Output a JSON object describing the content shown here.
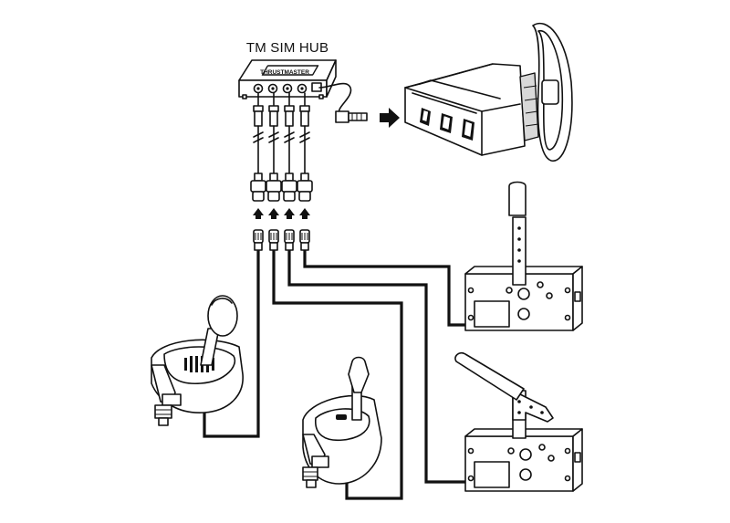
{
  "hub": {
    "title": "TM SIM HUB",
    "brand": "THRUSTMASTER"
  },
  "devices": {
    "hub": "usb-hub",
    "base": "racing-wheel-base",
    "shifter_h": "h-pattern-shifter",
    "shifter_seq": "sequential-shifter",
    "pedal_upper": "handbrake-upper",
    "pedal_lower": "handbrake-lower"
  },
  "connectors": {
    "count": 4
  },
  "colors": {
    "line": "#111111",
    "background": "#ffffff",
    "shade": "#d9d9d9"
  }
}
